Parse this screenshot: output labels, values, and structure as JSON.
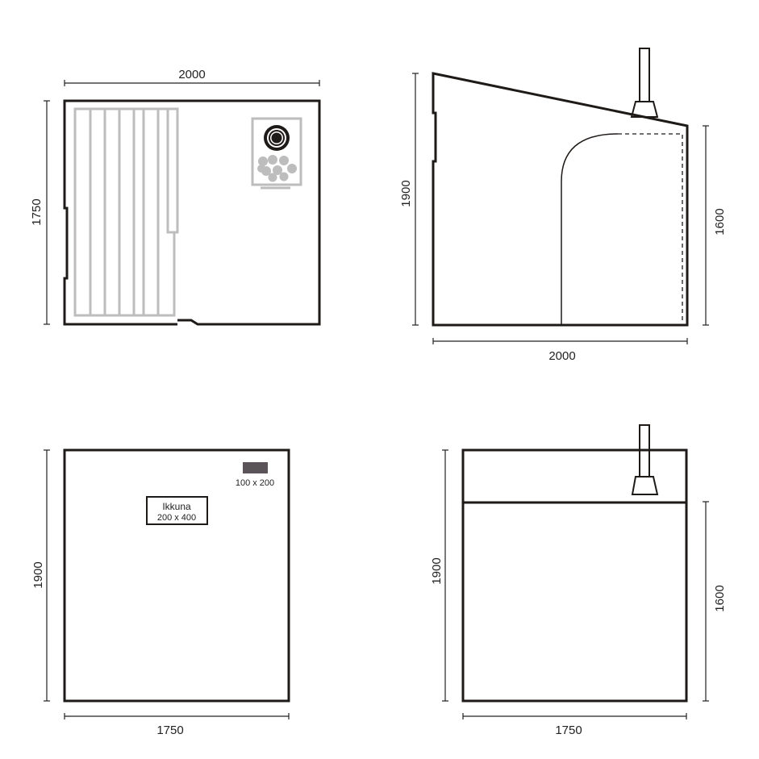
{
  "floor_plan": {
    "width_label": "2000",
    "depth_label": "1750"
  },
  "side_elevation": {
    "height_left_label": "1900",
    "height_right_label": "1600",
    "width_label": "2000"
  },
  "front_elevation": {
    "height_label": "1900",
    "width_label": "1750",
    "vent_label": "100 x 200",
    "window_title": "Ikkuna",
    "window_size": "200 x 400",
    "vent_color": "#5a5358"
  },
  "back_elevation": {
    "height_left_label": "1900",
    "height_right_label": "1600",
    "width_label": "1750"
  }
}
